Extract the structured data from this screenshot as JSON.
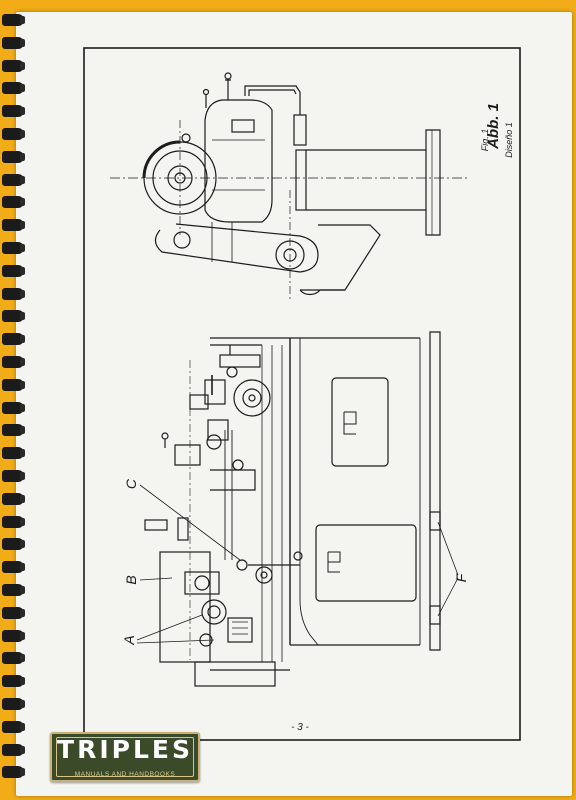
{
  "page": {
    "figure_title": "Abb. 1",
    "figure_sub1": "Fig. 1",
    "figure_sub2": "Diseño 1",
    "page_number": "- 3 -"
  },
  "callouts": {
    "A": "A",
    "B": "B",
    "C": "C",
    "F": "F"
  },
  "logo": {
    "title": "TRIPLES",
    "subtitle": "MANUALS AND HANDBOOKS"
  },
  "colors": {
    "background": "#f2ac17",
    "paper": "#f4f4f1",
    "ink": "#1c1c1c",
    "logo_bg": "#3b4b2a"
  }
}
